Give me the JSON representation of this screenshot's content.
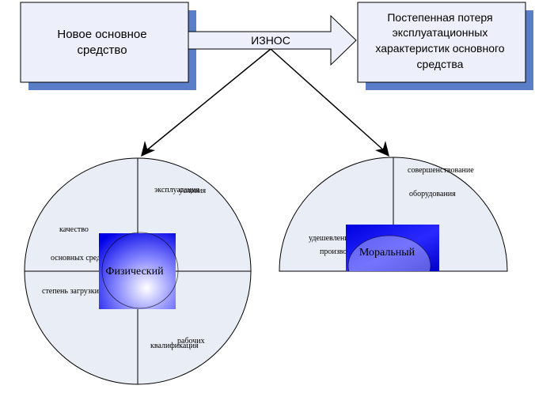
{
  "boxes": {
    "left_line1": "Новое основное",
    "left_line2": "средство",
    "right_line1": "Постепенная потеря",
    "right_line2": "эксплуатационных",
    "right_line3": "характеристик основного",
    "right_line4": "средства"
  },
  "arrow_label": "ИЗНОС",
  "physical": {
    "title": "Физический",
    "q1_a": "эксплуатация",
    "q1_b": "условия",
    "q2_a": "качество",
    "q2_b": "основных средств",
    "q3": "степень загрузки",
    "q4_a": "рабочих",
    "q4_b": "квалификация"
  },
  "moral": {
    "title": "Моральный",
    "r1": "совершенствование",
    "r2": "оборудования",
    "l1": "удешевление",
    "l2": "производства"
  },
  "colors": {
    "box_fill": "#edf0fa",
    "shadow": "#5a7fc8",
    "shape_fill": "#e8edf6",
    "deep_blue": "#0000ee"
  }
}
